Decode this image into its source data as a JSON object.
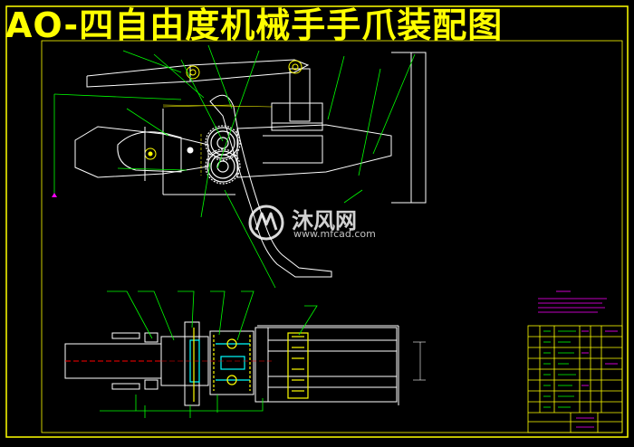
{
  "drawing": {
    "title": "AO-四自由度机械手手爪装配图",
    "background_color": "#000000",
    "border_color": "#ffff00",
    "outline_color": "#ffffff",
    "leader_color": "#00ff00",
    "part_color": "#ffff00",
    "highlight_color": "#00ffff",
    "note_color": "#ff00ff",
    "section_color": "#ff0000"
  },
  "watermark": {
    "brand": "沐风网",
    "url": "www.mfcad.com",
    "icon": "mfcad-logo-icon"
  }
}
